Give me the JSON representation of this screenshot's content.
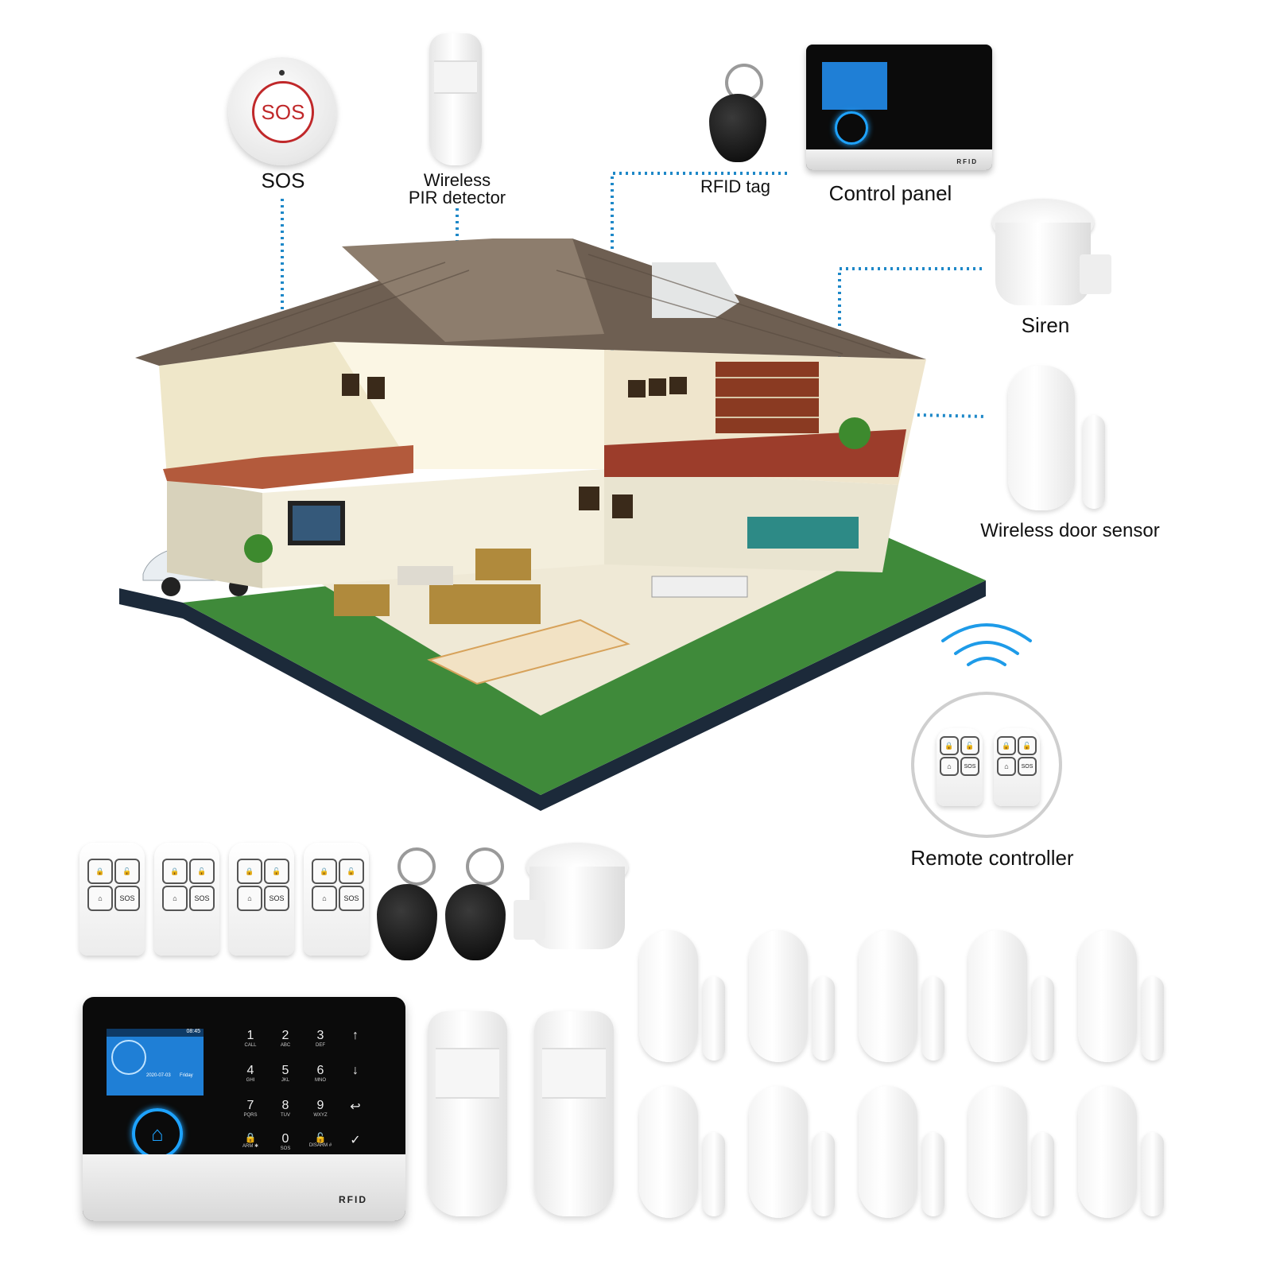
{
  "labels": {
    "sos": "SOS",
    "sos_button_text": "SOS",
    "pir_line1": "Wireless",
    "pir_line2": "PIR detector",
    "rfid_tag": "RFID tag",
    "control_panel": "Control panel",
    "siren": "Siren",
    "door_sensor": "Wireless door sensor",
    "remote_controller": "Remote controller"
  },
  "remote_buttons": {
    "sos": "SOS"
  },
  "panel": {
    "brand_mark": "RFID",
    "keys": [
      {
        "d": "1",
        "s": "CALL"
      },
      {
        "d": "2",
        "s": "ABC"
      },
      {
        "d": "3",
        "s": "DEF"
      },
      {
        "d": "↑",
        "s": ""
      },
      {
        "d": "4",
        "s": "GHI"
      },
      {
        "d": "5",
        "s": "JKL"
      },
      {
        "d": "6",
        "s": "MNO"
      },
      {
        "d": "↓",
        "s": ""
      },
      {
        "d": "7",
        "s": "PQRS"
      },
      {
        "d": "8",
        "s": "TUV"
      },
      {
        "d": "9",
        "s": "WXYZ"
      },
      {
        "d": "↩",
        "s": ""
      },
      {
        "d": "🔒",
        "s": "ARM ✱"
      },
      {
        "d": "0",
        "s": "SOS"
      },
      {
        "d": "🔓",
        "s": "DISARM #"
      },
      {
        "d": "✓",
        "s": ""
      }
    ],
    "screen_time": "08:45",
    "screen_date": "2020-07-03",
    "screen_day": "Friday"
  },
  "colors": {
    "connector_line": "#1e88c8",
    "wifi": "#1e9be8",
    "panel_accent": "#1ea3ff",
    "sos_text": "#c0282a"
  },
  "icons": [
    "sos-button-icon",
    "pir-sensor-icon",
    "rfid-tag-icon",
    "control-panel-icon",
    "siren-icon",
    "door-sensor-icon",
    "wifi-icon",
    "remote-control-icon",
    "house-illustration"
  ]
}
